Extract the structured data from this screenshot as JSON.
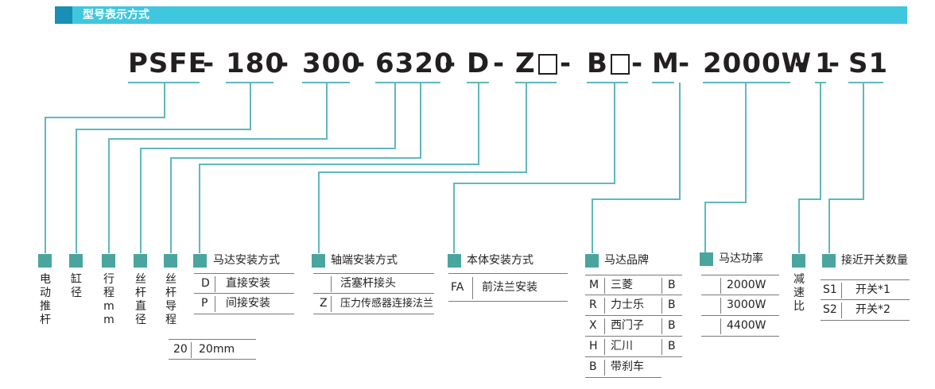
{
  "header": {
    "title": "型号表示方式"
  },
  "code": {
    "segments": [
      "PSFE",
      "180",
      "300",
      "6320",
      "D",
      "Z",
      "B",
      "M",
      "2000W",
      "1",
      "S1"
    ],
    "separator": "-"
  },
  "categories": {
    "product": "电动推杆",
    "bore": "缸径",
    "stroke": "行程mm",
    "screw_diameter": "丝杆直径",
    "screw_lead": "丝杆导程",
    "motor_mount": "马达安装方式",
    "shaft_end": "轴端安装方式",
    "body_mount": "本体安装方式",
    "motor_brand": "马达品牌",
    "motor_power": "马达功率",
    "reduction": "减速比",
    "proximity": "接近开关数量"
  },
  "motor_mount_options": [
    {
      "code": "D",
      "desc": "直接安装"
    },
    {
      "code": "P",
      "desc": "间接安装"
    }
  ],
  "screw_lead_example": {
    "code": "20",
    "desc": "20mm"
  },
  "shaft_end_options": [
    {
      "code": "",
      "desc": "活塞杆接头"
    },
    {
      "code": "Z",
      "desc": "压力传感器连接法兰"
    }
  ],
  "body_mount_options": [
    {
      "code": "FA",
      "desc": "前法兰安装"
    }
  ],
  "motor_brand_options": [
    {
      "code": "M",
      "desc": "三菱",
      "brake": "B"
    },
    {
      "code": "R",
      "desc": "力士乐",
      "brake": "B"
    },
    {
      "code": "X",
      "desc": "西门子",
      "brake": "B"
    },
    {
      "code": "H",
      "desc": "汇川",
      "brake": "B"
    },
    {
      "code": "B",
      "desc": "带刹车",
      "brake": ""
    }
  ],
  "motor_power_options": [
    "2000W",
    "3000W",
    "4400W"
  ],
  "proximity_options": [
    {
      "code": "S1",
      "desc": "开关*1"
    },
    {
      "code": "S2",
      "desc": "开关*2"
    }
  ],
  "colors": {
    "header": "#3fc7df",
    "line": "#5fb8bd",
    "marker": "#4aa59f"
  }
}
